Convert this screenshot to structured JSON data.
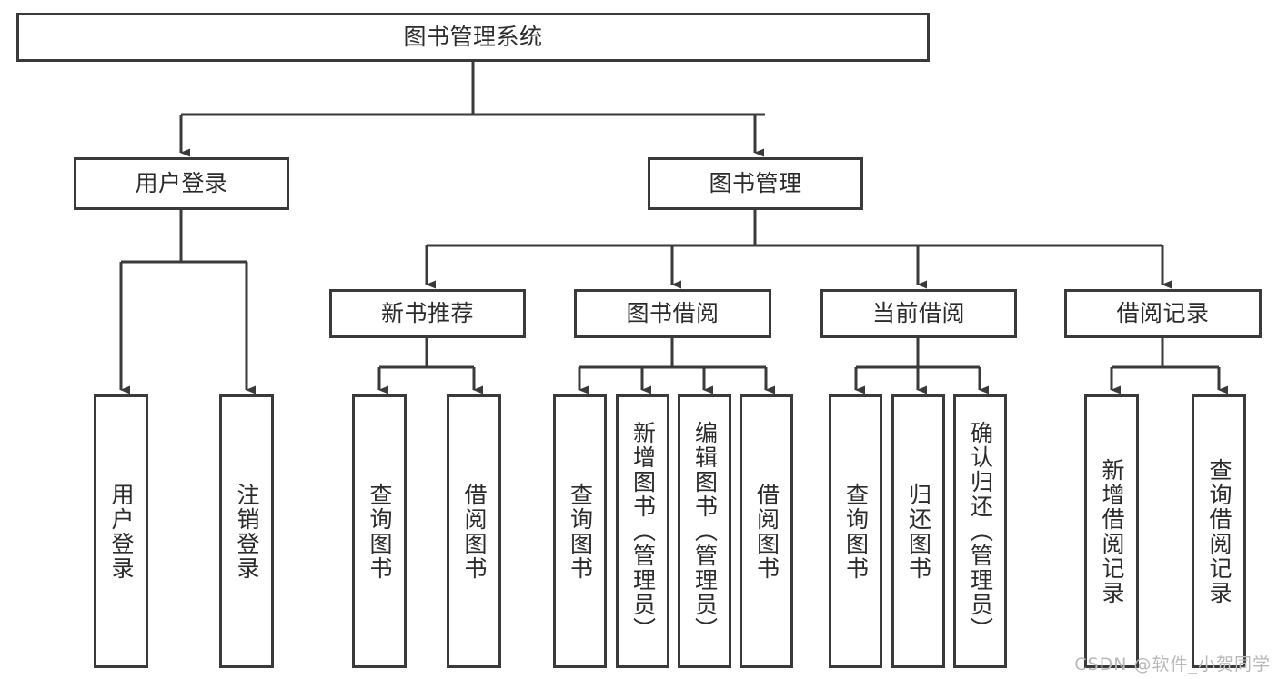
{
  "diagram": {
    "title": "图书管理系统",
    "type": "tree-hierarchy",
    "orientation": "top-down",
    "colors": {
      "border": "#3a3a3a",
      "node_fill": "#ffffff",
      "text": "#2b2b2b",
      "edge": "#3a3a3a",
      "watermark": "#b9b9b9"
    },
    "watermark": "CSDN @软件_小贺同学"
  },
  "nodes": {
    "root": {
      "label": "图书管理系统"
    },
    "level1": [
      {
        "id": "user-login",
        "label": "用户登录"
      },
      {
        "id": "book-manage",
        "label": "图书管理"
      }
    ],
    "level2": [
      {
        "id": "new-book-recommend",
        "label": "新书推荐",
        "parent": "book-manage"
      },
      {
        "id": "book-borrow",
        "label": "图书借阅",
        "parent": "book-manage"
      },
      {
        "id": "current-borrow",
        "label": "当前借阅",
        "parent": "book-manage"
      },
      {
        "id": "borrow-record",
        "label": "借阅记录",
        "parent": "book-manage"
      }
    ],
    "leaves": [
      {
        "id": "leaf-user-login",
        "label": "用户登录",
        "parent": "user-login"
      },
      {
        "id": "leaf-logout-login",
        "label": "注销登录",
        "parent": "user-login"
      },
      {
        "id": "leaf-query-book-1",
        "label": "查询图书",
        "parent": "new-book-recommend"
      },
      {
        "id": "leaf-borrow-book-1",
        "label": "借阅图书",
        "parent": "new-book-recommend"
      },
      {
        "id": "leaf-query-book-2",
        "label": "查询图书",
        "parent": "book-borrow"
      },
      {
        "id": "leaf-add-book",
        "label": "新增图书（管理员）",
        "parent": "book-borrow"
      },
      {
        "id": "leaf-edit-book",
        "label": "编辑图书（管理员）",
        "parent": "book-borrow"
      },
      {
        "id": "leaf-borrow-book-2",
        "label": "借阅图书",
        "parent": "book-borrow"
      },
      {
        "id": "leaf-query-book-3",
        "label": "查询图书",
        "parent": "current-borrow"
      },
      {
        "id": "leaf-return-book",
        "label": "归还图书",
        "parent": "current-borrow"
      },
      {
        "id": "leaf-confirm-return",
        "label": "确认归还（管理员）",
        "parent": "current-borrow"
      },
      {
        "id": "leaf-add-record",
        "label": "新增借阅记录",
        "parent": "borrow-record"
      },
      {
        "id": "leaf-query-record",
        "label": "查询借阅记录",
        "parent": "borrow-record"
      }
    ]
  }
}
